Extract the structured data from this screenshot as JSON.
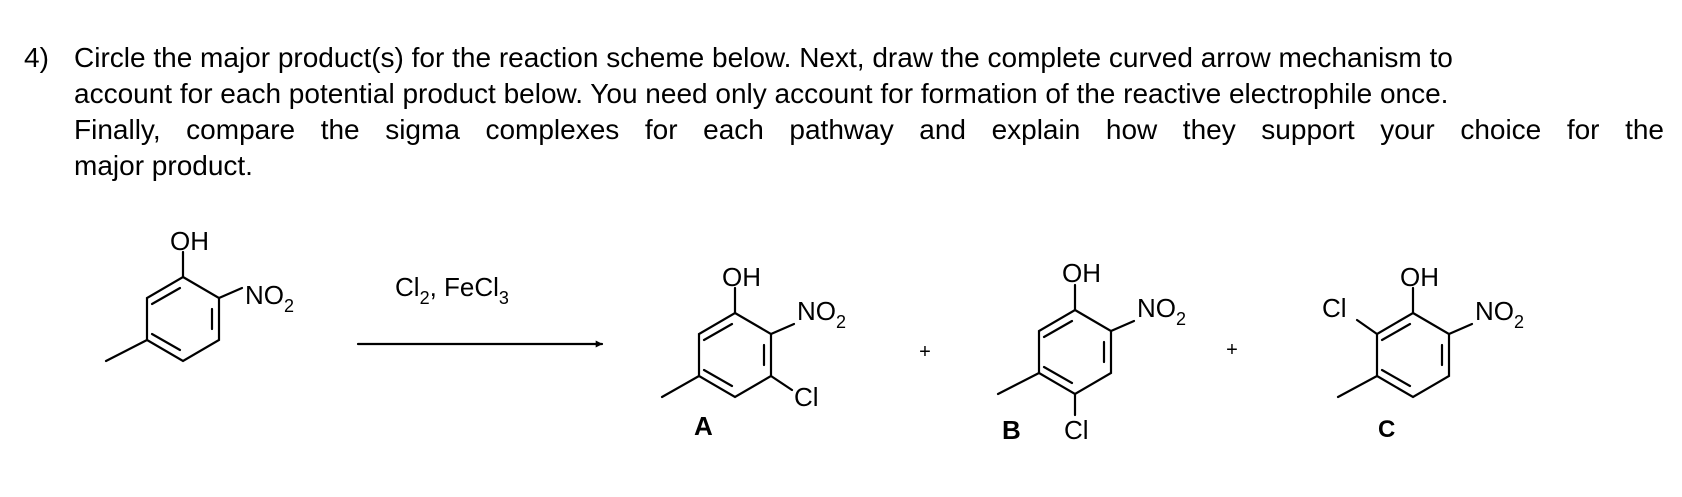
{
  "question": {
    "number": "4)",
    "lines": [
      "Circle the major product(s) for the reaction scheme below. Next, draw the complete curved arrow mechanism to",
      "account for each potential product below. You need only account for formation of the reactive electrophile once.",
      "Finally, compare the sigma complexes for each pathway and explain how they support your choice for the",
      "major product."
    ]
  },
  "scheme": {
    "reagents": {
      "cl": "Cl",
      "cl_sub": "2",
      "sep": ", FeCl",
      "fe_sub": "3"
    },
    "plus": "+",
    "labels": {
      "oh": "OH",
      "no": "NO",
      "no_sub": "2",
      "cl": "Cl"
    },
    "product_labels": {
      "a": "A",
      "b": "B",
      "c": "C"
    }
  }
}
